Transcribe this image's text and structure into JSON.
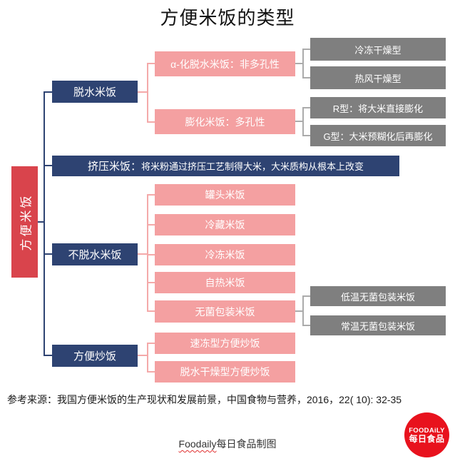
{
  "title": "方便米饭的类型",
  "colors": {
    "navy": "#2E4372",
    "pink": "#F4A0A1",
    "gray": "#7F7F7F",
    "root_red": "#D9444C",
    "logo_red": "#E8121D",
    "pink_line": "#F4A9A9",
    "gray_line": "#ABABAB"
  },
  "diagram": {
    "root": "方便米饭",
    "dehydrated": "脱水米饭",
    "alpha": "α-化脱水米饭：非多孔性",
    "freeze_dry": "冷冻干燥型",
    "hot_air_dry": "热风干燥型",
    "puffed": "膨化米饭：多孔性",
    "r_type": "R型：将大米直接膨化",
    "g_type": "G型：大米预糊化后再膨化",
    "extruded_title": "挤压米饭：",
    "extruded_desc": "将米粉通过挤压工艺制得大米，大米质构从根本上改变",
    "non_dehydrated": "不脱水米饭",
    "canned": "罐头米饭",
    "chilled": "冷藏米饭",
    "frozen": "冷冻米饭",
    "self_heating": "自热米饭",
    "aseptic": "无菌包装米饭",
    "low_temp_aseptic": "低温无菌包装米饭",
    "ambient_aseptic": "常温无菌包装米饭",
    "quick_frozen_fried": "速冻型方便炒饭",
    "dehydrated_fried": "脱水干燥型方便炒饭"
  },
  "footer": {
    "reference": "参考来源：我国方便米饭的生产现状和发展前景，中国食物与营养，2016，22( 10): 32-35",
    "credit_en": "Foodaily",
    "credit_zh": "每日食品制图",
    "logo_line1": "FOODAiLY",
    "logo_line2": "每日食品"
  }
}
